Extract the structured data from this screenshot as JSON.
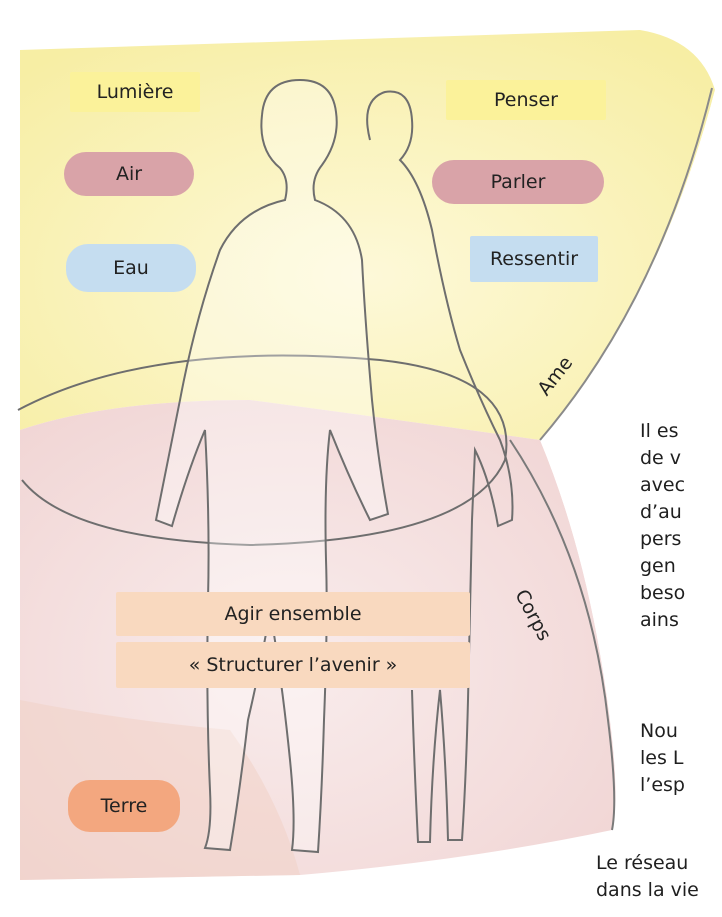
{
  "colors": {
    "soul_zone": "#f9f1b4",
    "body_zone": "#f4dfdf",
    "yellow_tag": "#fbf29a",
    "pink_tag": "#d9a3a8",
    "blue_tag": "#c5ddf0",
    "peach_tag": "#f9d9bf",
    "orange_tag": "#f3a77f",
    "line": "#6e6e6e"
  },
  "left_tags": {
    "light": "Lumière",
    "air": "Air",
    "water": "Eau"
  },
  "right_tags": {
    "think": "Penser",
    "speak": "Parler",
    "feel": "Ressentir"
  },
  "zone_labels": {
    "soul": "Ame",
    "body": "Corps"
  },
  "center_tags": {
    "act": "Agir ensemble",
    "structure": "« Structurer l’avenir »"
  },
  "earth_tag": "Terre",
  "side_text": {
    "paragraph1": [
      "Il es",
      "de v",
      "avec",
      "d’au",
      "pers",
      "gen",
      "beso",
      "ains"
    ],
    "paragraph2": [
      "Nou",
      "les L",
      "l’esp"
    ],
    "bottom": [
      "Le réseau",
      "dans la vie"
    ]
  }
}
